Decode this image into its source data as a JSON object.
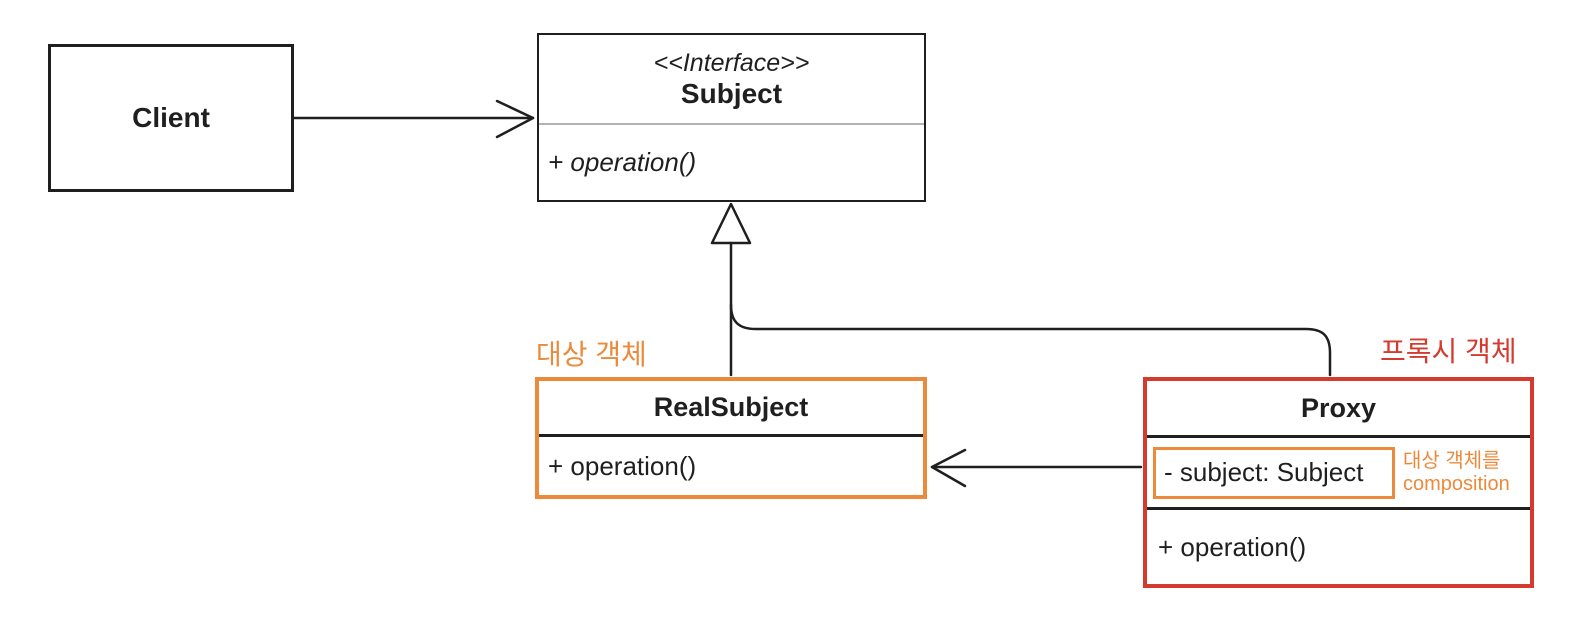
{
  "client": {
    "name": "Client"
  },
  "subject": {
    "stereotype": "<<Interface>>",
    "name": "Subject",
    "operation": "+ operation()"
  },
  "real_subject": {
    "name": "RealSubject",
    "operation": "+ operation()",
    "annotation": "대상 객체"
  },
  "proxy": {
    "name": "Proxy",
    "attribute": "- subject: Subject",
    "operation": "+ operation()",
    "annotation": "프록시 객체",
    "attribute_note_line1": "대상 객체를",
    "attribute_note_line2": "composition"
  },
  "relations": [
    {
      "from": "Client",
      "to": "Subject",
      "type": "association-arrow"
    },
    {
      "from": "RealSubject",
      "to": "Subject",
      "type": "realization-triangle"
    },
    {
      "from": "Proxy",
      "to": "Subject",
      "type": "realization-shared-line"
    },
    {
      "from": "Proxy",
      "to": "RealSubject",
      "type": "association-arrow"
    }
  ],
  "colors": {
    "orange": "#ec8a3c",
    "red": "#d43a2e",
    "line": "#1f1f1f",
    "subject_divider": "#b3b3b3",
    "background": "#ffffff"
  }
}
